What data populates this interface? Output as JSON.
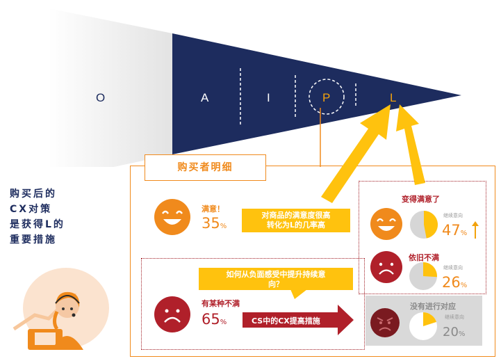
{
  "funnel": {
    "stages": [
      "O",
      "A",
      "I",
      "P",
      "L"
    ],
    "colors": {
      "navy": "#1d2c5e",
      "gray": "#e6e6e6",
      "orange": "#f08a1c",
      "yellow": "#ffc20e",
      "red": "#b0202a"
    }
  },
  "side_title": [
    "购买后的",
    "CX对策",
    "是获得L的",
    "重要措施"
  ],
  "panel": {
    "title": "购买者明细",
    "satisfied": {
      "label": "满意！",
      "value": "35",
      "unit": "%"
    },
    "callout_satisfied": "对商品的满意度很高\n转化为L的几率高",
    "callout_negative": "如何从负面感受中提升持续意\n向？",
    "dissatisfied": {
      "label": "有某种不满",
      "value": "65",
      "unit": "%"
    },
    "cs_arrow": "CS中的CX提高措施",
    "right_box": {
      "became_satisfied": {
        "label": "变得满意了",
        "caption": "继续意向",
        "value": "47",
        "unit": "%",
        "fraction": 0.47
      },
      "still_dissatisfied": {
        "label": "依旧不满",
        "caption": "继续意向",
        "value": "26",
        "unit": "%",
        "fraction": 0.26
      },
      "no_response": {
        "label": "没有进行对应",
        "caption": "继续意向",
        "value": "20",
        "unit": "%",
        "fraction": 0.2
      }
    }
  }
}
